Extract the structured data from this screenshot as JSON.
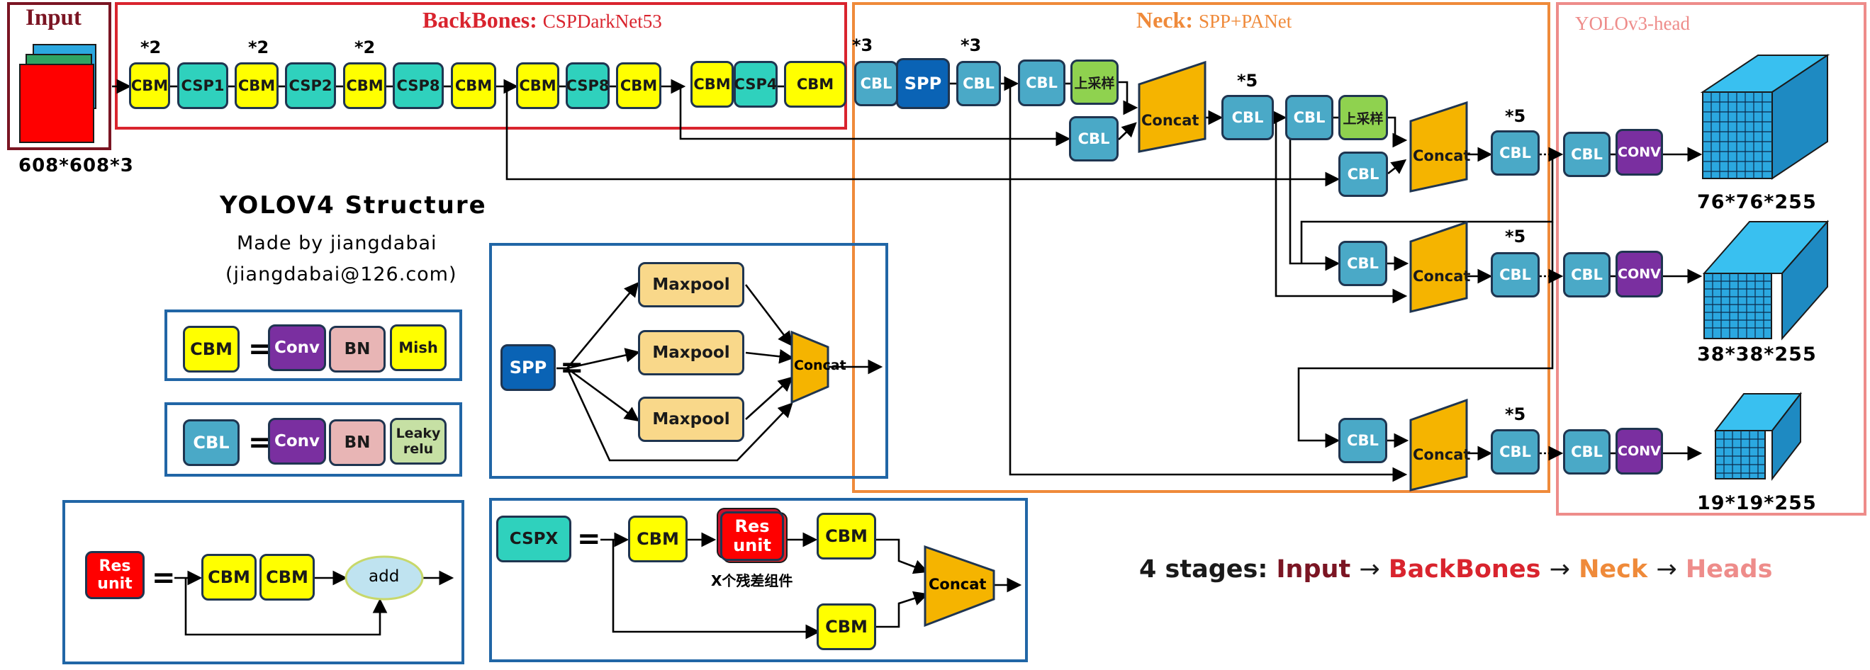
{
  "titles": {
    "input": "Input",
    "backbones_prefix": "BackBones:",
    "backbones_name": "CSPDarkNet53",
    "neck_prefix": "Neck:",
    "neck_name": "SPP+PANet",
    "head": "YOLOv3-head"
  },
  "input_size": "608*608*3",
  "structure": {
    "title": "YOLOV4 Structure",
    "author": "Made by jiangdabai",
    "email": "(jiangdabai@126.com)"
  },
  "multipliers": {
    "x2": "*2",
    "x3": "*3",
    "x5": "*5"
  },
  "blocks": {
    "cbm": "CBM",
    "cbl": "CBL",
    "csp1": "CSP1",
    "csp2": "CSP2",
    "csp8": "CSP8",
    "csp4": "CSP4",
    "spp": "SPP",
    "upsample": "上采样",
    "concat": "Concat",
    "conv": "CONV"
  },
  "outputs": [
    "76*76*255",
    "38*38*255",
    "19*19*255"
  ],
  "legend": {
    "equals": "=",
    "cbm": "CBM",
    "cbl": "CBL",
    "conv": "Conv",
    "bn": "BN",
    "mish": "Mish",
    "leaky1": "Leaky",
    "leaky2": "relu",
    "spp": "SPP",
    "maxpool": "Maxpool",
    "concat": "Concat",
    "res1": "Res",
    "res2": "unit",
    "add": "add",
    "cspx": "CSPX",
    "res_caption": "X个残差组件"
  },
  "stages": {
    "prefix": "4 stages:",
    "input": "Input",
    "arrow": "→",
    "backbones": "BackBones",
    "neck": "Neck",
    "heads": "Heads"
  },
  "colors": {
    "input": "#7b1523",
    "backbones": "#d9242e",
    "neck": "#ef8a3a",
    "head": "#ee8c8a",
    "legend_border": "#2166a6",
    "cube": "#2ba8e0",
    "concat": "#f5b400"
  }
}
